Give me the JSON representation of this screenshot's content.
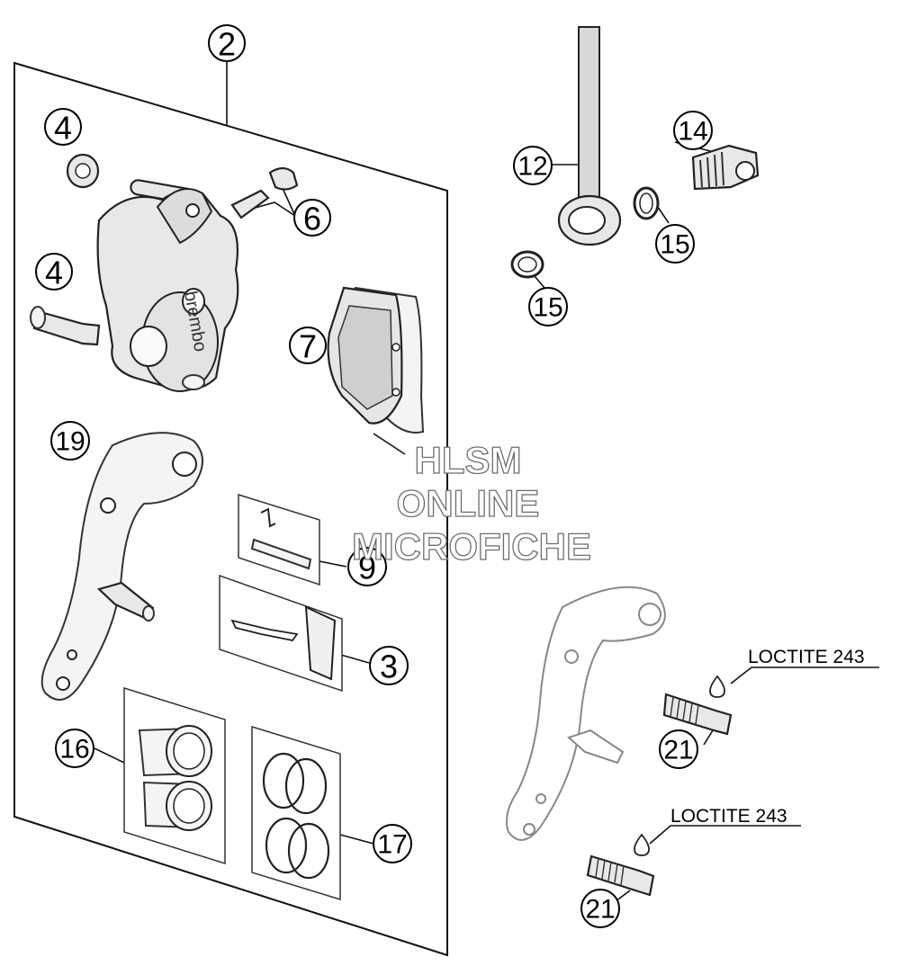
{
  "callouts": {
    "c2": "2",
    "c4a": "4",
    "c4b": "4",
    "c6": "6",
    "c7": "7",
    "c12": "12",
    "c14": "14",
    "c15a": "15",
    "c15b": "15",
    "c19": "19",
    "c9": "9",
    "c3": "3",
    "c16": "16",
    "c17": "17",
    "c21a": "21",
    "c21b": "21"
  },
  "notes": {
    "loctite_upper": "LOCTITE 243",
    "loctite_lower": "LOCTITE 243"
  },
  "caliper_brand": "brembo",
  "watermark": {
    "line1": "HLSM",
    "line2": "ONLINE",
    "line3": "MICROFICHE"
  }
}
